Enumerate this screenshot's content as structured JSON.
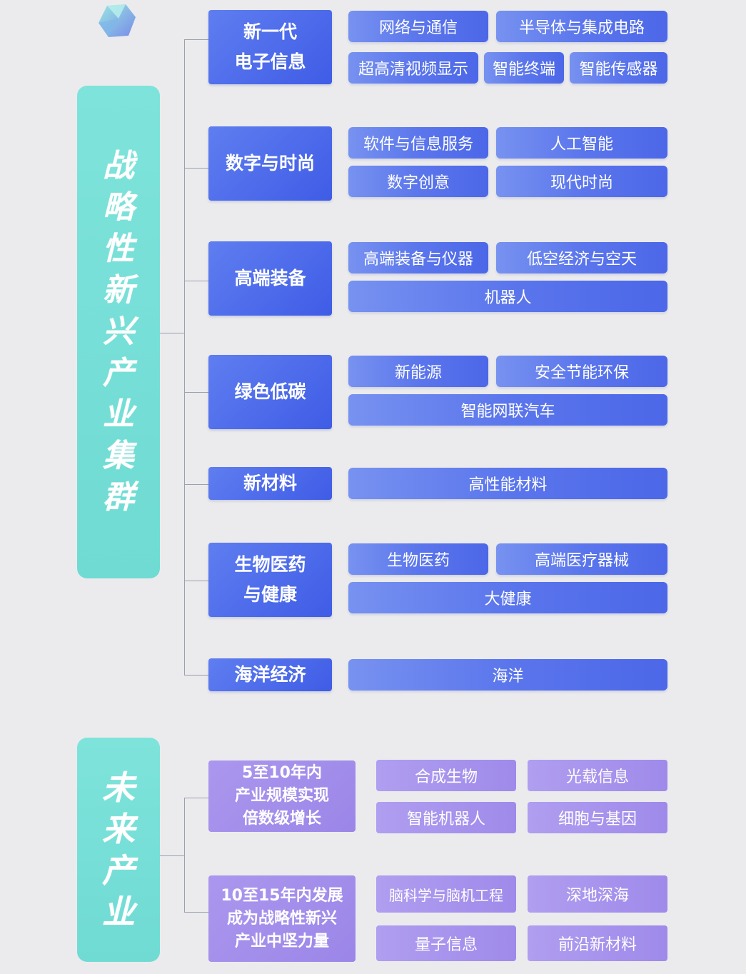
{
  "strategic": {
    "title": [
      "战",
      "略",
      "性",
      "新",
      "兴",
      "产",
      "业",
      "集",
      "群"
    ],
    "rows": [
      {
        "category": "新一代\n电子信息",
        "tags": [
          "网络与通信",
          "半导体与集成电路",
          "超高清视频显示",
          "智能终端",
          "智能传感器"
        ]
      },
      {
        "category": "数字与时尚",
        "tags": [
          "软件与信息服务",
          "人工智能",
          "数字创意",
          "现代时尚"
        ]
      },
      {
        "category": "高端装备",
        "tags": [
          "高端装备与仪器",
          "低空经济与空天",
          "机器人"
        ]
      },
      {
        "category": "绿色低碳",
        "tags": [
          "新能源",
          "安全节能环保",
          "智能网联汽车"
        ]
      },
      {
        "category": "新材料",
        "tags": [
          "高性能材料"
        ]
      },
      {
        "category": "生物医药\n与健康",
        "tags": [
          "生物医药",
          "高端医疗器械",
          "大健康"
        ]
      },
      {
        "category": "海洋经济",
        "tags": [
          "海洋"
        ]
      }
    ]
  },
  "future": {
    "title": [
      "未",
      "来",
      "产",
      "业"
    ],
    "rows": [
      {
        "category": "5至10年内\n产业规模实现\n倍数级增长",
        "tags": [
          "合成生物",
          "光载信息",
          "智能机器人",
          "细胞与基因"
        ]
      },
      {
        "category": "10至15年内发展\n成为战略性新兴\n产业中坚力量",
        "tags": [
          "脑科学与脑机工程",
          "深地深海",
          "量子信息",
          "前沿新材料"
        ]
      }
    ]
  },
  "colors": {
    "strategic_accent": "#4a66e8",
    "future_accent": "#a390ec",
    "pillar": "#74ded6",
    "background": "#ebebed"
  }
}
